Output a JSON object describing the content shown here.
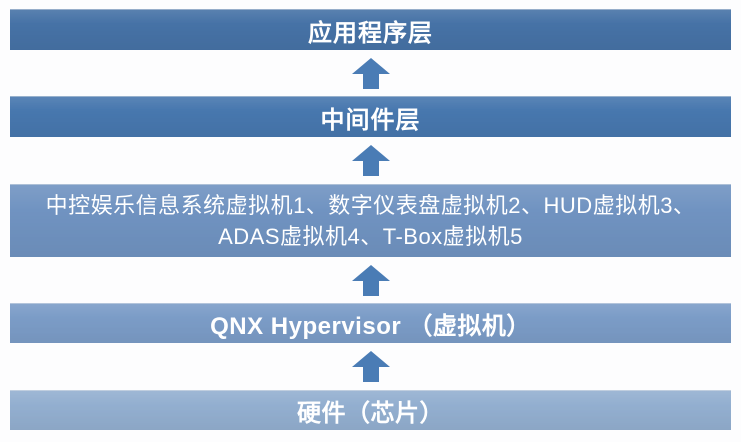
{
  "diagram": {
    "title": "QNX Hypervisor automotive virtualization layer stack",
    "arrow_color": "#4a7cb5",
    "text_color": "#ffffff",
    "background_color": "#fdfdfe",
    "layers": [
      {
        "id": "application-layer",
        "label": "应用程序层",
        "color": "#4672a6"
      },
      {
        "id": "middleware-layer",
        "label": "中间件层",
        "color": "#4777ae"
      },
      {
        "id": "virtual-machines-layer",
        "label_line1": "中控娱乐信息系统虚拟机1、数字仪表盘虚拟机2、HUD虚拟机3、",
        "label_line2": "ADAS虚拟机4、T-Box虚拟机5",
        "color": "#7093c1"
      },
      {
        "id": "hypervisor-layer",
        "label": "QNX Hypervisor （虚拟机）",
        "color": "#7b9cc7"
      },
      {
        "id": "hardware-layer",
        "label": "硬件（芯片）",
        "color": "#93afd0"
      }
    ]
  }
}
